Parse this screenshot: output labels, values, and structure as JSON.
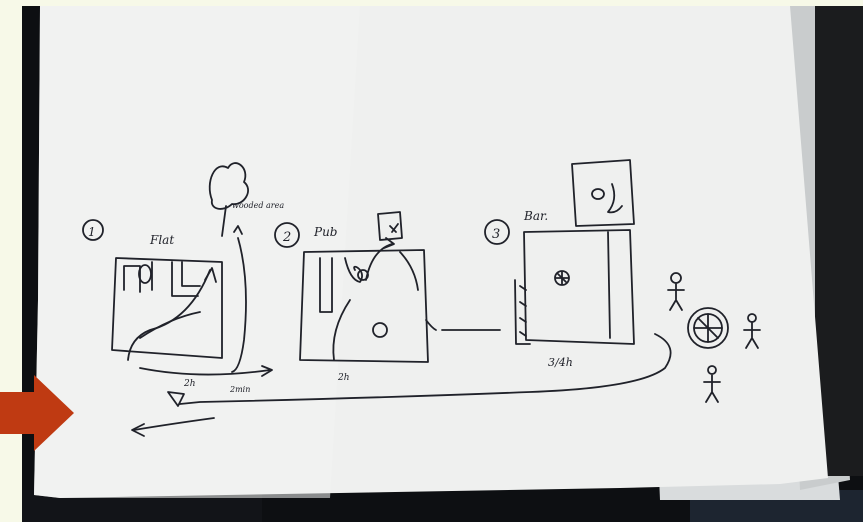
{
  "photo": {
    "scenes": [
      {
        "number": "1",
        "label": "Flat"
      },
      {
        "number": "2",
        "label": "Pub"
      },
      {
        "number": "3",
        "label": "Bar."
      }
    ],
    "annotations": {
      "wooded_area": "wooded area",
      "time_flat": "2h",
      "time_walk": "2min",
      "time_pub": "2h",
      "time_bar": "3/4h"
    }
  },
  "colors": {
    "slide_background": "#f7f9e8",
    "arrow": "#bf3a12",
    "paper": "#eff0ef",
    "ink": "#20222a"
  }
}
